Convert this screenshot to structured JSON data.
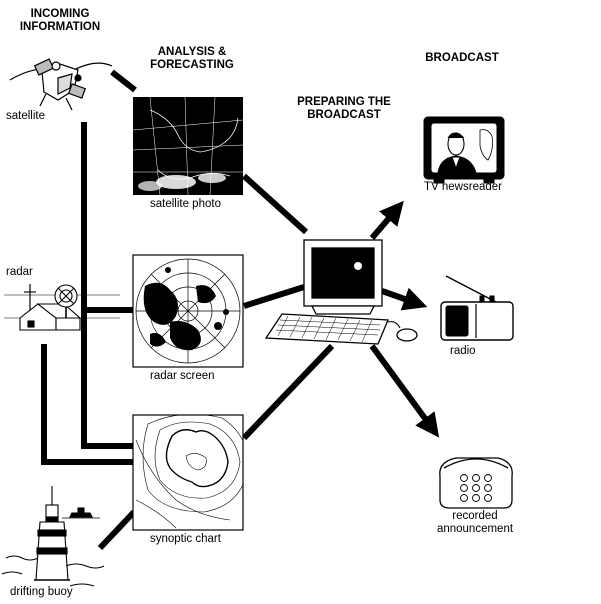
{
  "headers": {
    "incoming": [
      "INCOMING",
      "INFORMATION"
    ],
    "analysis": [
      "ANALYSIS &",
      "FORECASTING"
    ],
    "preparing": [
      "PREPARING THE",
      "BROADCAST"
    ],
    "broadcast": "BROADCAST"
  },
  "labels": {
    "satellite": "satellite",
    "radar": "radar",
    "drifting_buoy": "drifting buoy",
    "satellite_photo": "satellite photo",
    "radar_screen": "radar screen",
    "synoptic_chart": "synoptic chart",
    "tv_newsreader": "TV newsreader",
    "radio": "radio",
    "recorded_announcement": [
      "recorded",
      "announcement"
    ]
  },
  "icons": {
    "satellite": "satellite-icon",
    "radar": "radar-station-icon",
    "buoy": "drifting-buoy-icon",
    "computer": "computer-icon",
    "tv": "tv-icon",
    "radio": "radio-icon",
    "telephone": "telephone-icon"
  }
}
